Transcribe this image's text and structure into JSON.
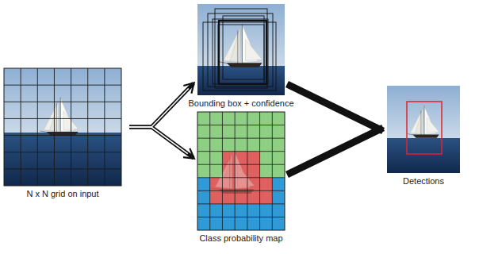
{
  "diagram": {
    "nodes": [
      {
        "text": [
          "N x N grid on input"
        ]
      },
      {
        "text": [
          "Bounding box + confidence"
        ]
      },
      {
        "text": [
          "Class probability map"
        ]
      },
      {
        "text": [
          "Detections"
        ]
      }
    ],
    "edges": [
      {
        "from": 0,
        "to": 1,
        "arrow": "to"
      },
      {
        "from": 0,
        "to": 2,
        "arrow": "to"
      },
      {
        "from": 1,
        "to": 3,
        "arrow": "none"
      },
      {
        "from": 2,
        "to": 3,
        "arrow": "none"
      }
    ]
  }
}
